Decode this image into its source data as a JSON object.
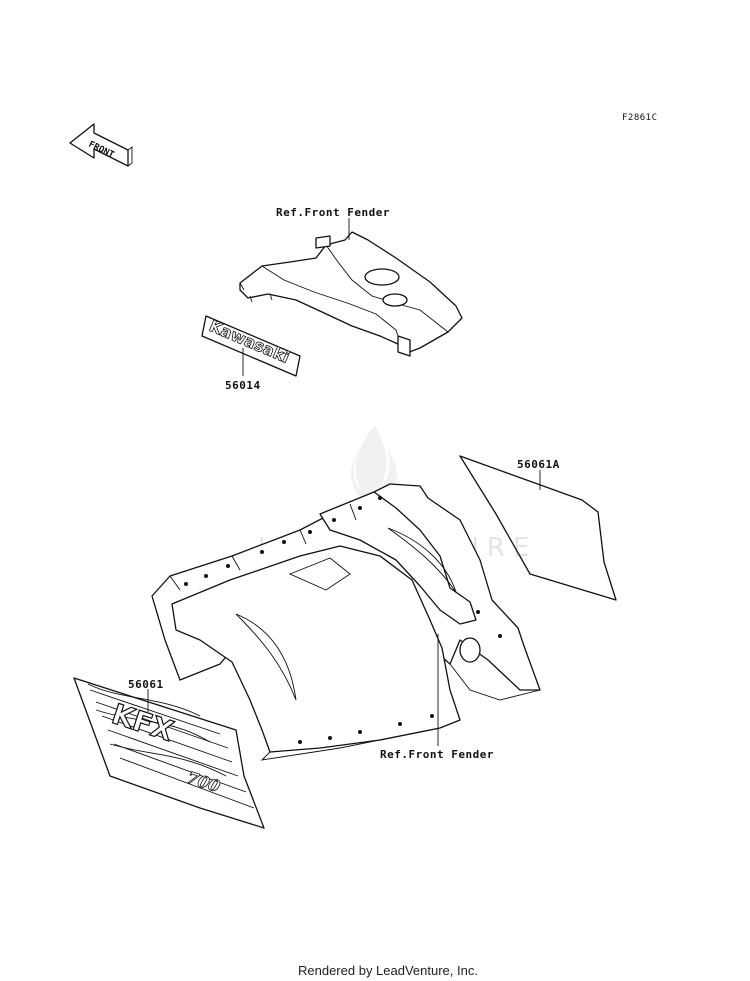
{
  "diagram_code": "F2861C",
  "front_arrow_text": "FRONT",
  "decal_logo_text": "Kawasaki",
  "decal_kfx_text": "KFX",
  "decal_kfx_sub_text": "700",
  "labels": {
    "ref_front_fender_top": "Ref.Front Fender",
    "ref_front_fender_bottom": "Ref.Front Fender",
    "part_56014": "56014",
    "part_56061A": "56061A",
    "part_56061": "56061"
  },
  "watermark_text": "LEADVENTURE",
  "footer": "Rendered by LeadVenture, Inc."
}
